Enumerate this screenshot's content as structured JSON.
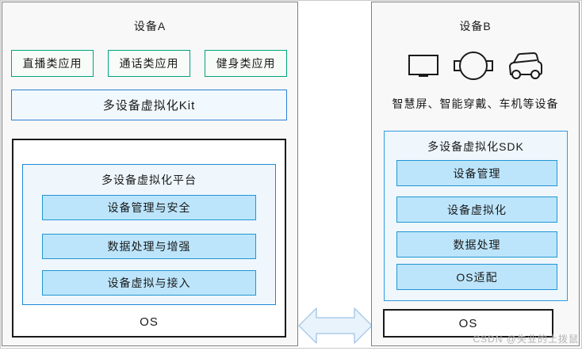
{
  "device_a": {
    "title": "设备A",
    "apps": [
      "直播类应用",
      "通话类应用",
      "健身类应用"
    ],
    "kit_label": "多设备虚拟化Kit",
    "platform": {
      "title": "多设备虚拟化平台",
      "modules": [
        "设备管理与安全",
        "数据处理与增强",
        "设备虚拟与接入"
      ]
    },
    "os_label": "OS"
  },
  "device_b": {
    "title": "设备B",
    "icons": [
      "smart-screen-icon",
      "smart-watch-icon",
      "car-icon"
    ],
    "caption": "智慧屏、智能穿戴、车机等设备",
    "sdk": {
      "title": "多设备虚拟化SDK",
      "modules": [
        "设备管理",
        "设备虚拟化",
        "数据处理",
        "OS适配"
      ]
    },
    "os_label": "OS"
  },
  "watermark": "CSDN @失业的土拨鼠",
  "colors": {
    "app_border": "#00a37c",
    "blue_border": "#1e88d6",
    "module_fill": "#bce5fc",
    "platform_fill": "#eff7fd",
    "panel_fill": "#f8f8f8",
    "arrow_fill": "#e9f3fc",
    "arrow_stroke": "#abcce9",
    "black": "#1a1a1a"
  }
}
